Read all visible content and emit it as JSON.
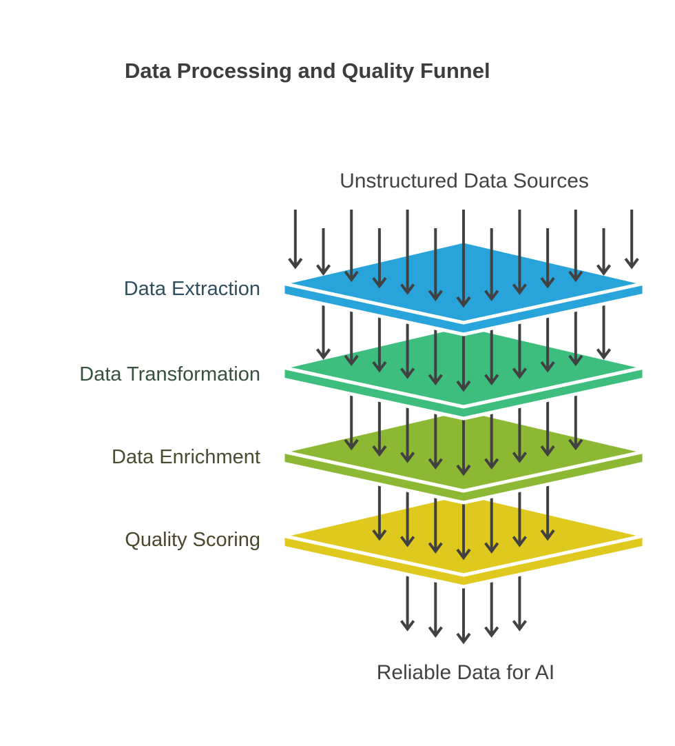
{
  "title": "Data Processing and Quality Funnel",
  "top_label": "Unstructured Data Sources",
  "bottom_label": "Reliable Data for AI",
  "colors": {
    "arrow": "#414141",
    "title_text": "#3d3d3d",
    "flow_text": "#424242",
    "separator_stripe": "#ffffff"
  },
  "diagram": {
    "layers": [
      {
        "label": "Data Extraction",
        "color": "#29a4da",
        "label_color": "#2f4f5c"
      },
      {
        "label": "Data Transformation",
        "color": "#3dbe7e",
        "label_color": "#36523f"
      },
      {
        "label": "Data Enrichment",
        "color": "#8cb833",
        "label_color": "#474d2e"
      },
      {
        "label": "Quality Scoring",
        "color": "#e0c91e",
        "label_color": "#4b482a"
      }
    ],
    "arrow_groups": [
      {
        "name": "into-extraction",
        "count": 13
      },
      {
        "name": "into-transformation",
        "count": 11
      },
      {
        "name": "into-enrichment",
        "count": 9
      },
      {
        "name": "into-scoring",
        "count": 7
      },
      {
        "name": "output",
        "count": 5
      }
    ]
  }
}
